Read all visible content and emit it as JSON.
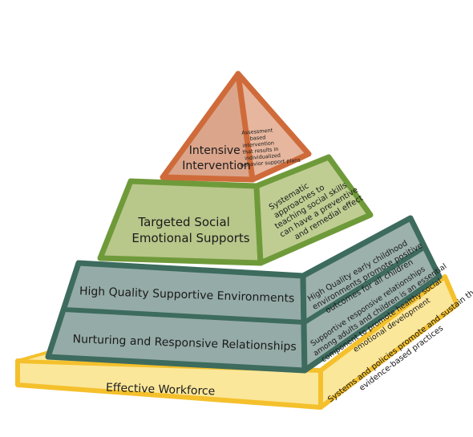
{
  "pyramid": {
    "tiers": [
      {
        "front_label": [
          "Intensive",
          "Intervention"
        ],
        "side_text": [
          "Assessment",
          "based",
          "intervention",
          "that results in",
          "individualized",
          "behavior support plans"
        ]
      },
      {
        "front_label": [
          "Targeted Social",
          "Emotional Supports"
        ],
        "side_text": [
          "Systematic",
          "approaches to",
          "teaching social skills",
          "can have a preventive",
          "and remedial effect"
        ]
      },
      {
        "front_label": [
          "High Quality Supportive Environments"
        ],
        "side_text": [
          "High Quality early childhood",
          "environments promote positive",
          "outcomes for all children"
        ]
      },
      {
        "front_label": [
          "Nurturing and Responsive Relationships"
        ],
        "side_text": [
          "Supportive responsive relationships",
          "among adults and children is an essential",
          "component to promote healthy social",
          "emotional development"
        ]
      }
    ],
    "base": {
      "front_label": "Effective Workforce",
      "side_text": [
        "Systems and policies promote and sustain the use of",
        "evidence-based practices"
      ]
    }
  },
  "colors": {
    "intensive_front": "#dba58b",
    "intensive_side": "#e6b69e",
    "intensive_border": "#cf6b3a",
    "targeted_front": "#b8c78a",
    "targeted_side": "#bfcd92",
    "targeted_border": "#6f9a3a",
    "universal_front": "#95aba7",
    "universal_side": "#9cb1ac",
    "universal_border": "#3d6b5e",
    "base_fill": "#fbe79a",
    "base_border": "#f4c02c"
  }
}
